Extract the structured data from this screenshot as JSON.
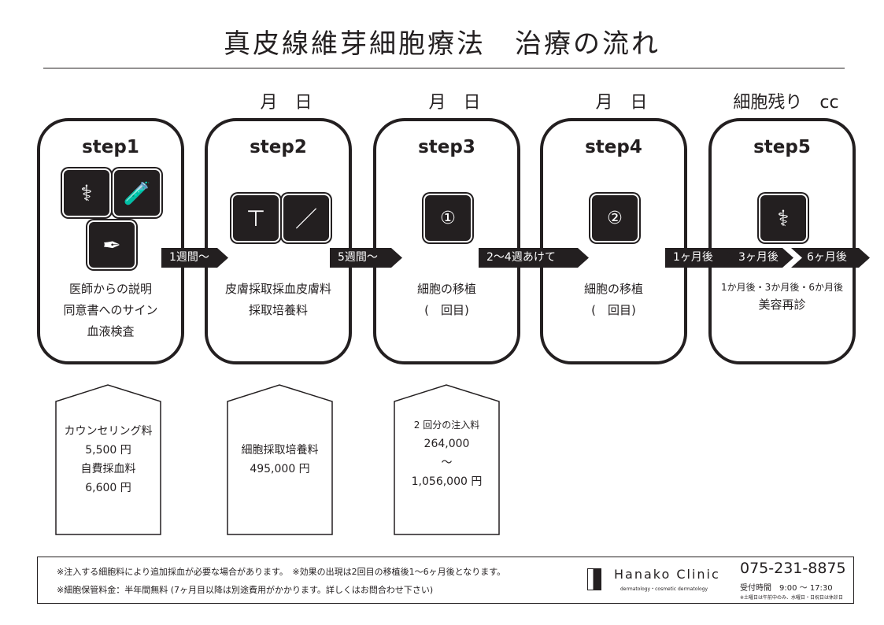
{
  "title": "真皮線維芽細胞療法　治療の流れ",
  "dates": [
    "月　日",
    "月　日",
    "月　日",
    "細胞残り　cc"
  ],
  "steps": [
    {
      "label": "step1",
      "desc": [
        "医師からの説明",
        "同意書へのサイン",
        "血液検査"
      ]
    },
    {
      "label": "step2",
      "desc": [
        "皮膚採取採血皮膚料",
        "採取培養料"
      ]
    },
    {
      "label": "step3",
      "desc": [
        "細胞の移植",
        "(　回目)"
      ],
      "badge": "①"
    },
    {
      "label": "step4",
      "desc": [
        "細胞の移植",
        "(　回目)"
      ],
      "badge": "②"
    },
    {
      "label": "step5",
      "desc": [
        "1か月後・3か月後・6か月後",
        "美容再診"
      ]
    }
  ],
  "arrows": [
    "1週間〜",
    "5週間〜",
    "2〜4週あけて",
    "1ヶ月後",
    "3ヶ月後",
    "6ヶ月後"
  ],
  "fees": [
    [
      "カウンセリング料",
      "5,500 円",
      "自費採血料",
      "6,600 円"
    ],
    [
      "細胞採取培養料",
      "495,000 円"
    ],
    [
      "2 回分の注入料",
      "264,000",
      "〜",
      "1,056,000 円"
    ]
  ],
  "footer": {
    "note1": "※注入する細胞料により追加採血が必要な場合があります。　※効果の出現は2回目の移植後1〜6ヶ月後となります。",
    "note2": "※細胞保管料金：半年間無料 (7ヶ月目以降は別途費用がかかります。詳しくはお問合わせ下さい)",
    "clinic": "Hanako Clinic",
    "clinic_sub": "dermatology・cosmetic dermatology",
    "phone": "075-231-8875",
    "hours": "受付時間　9:00 〜 17:30",
    "closed": "※土曜日は午前中のみ、水曜日・日祝日は休診日"
  }
}
